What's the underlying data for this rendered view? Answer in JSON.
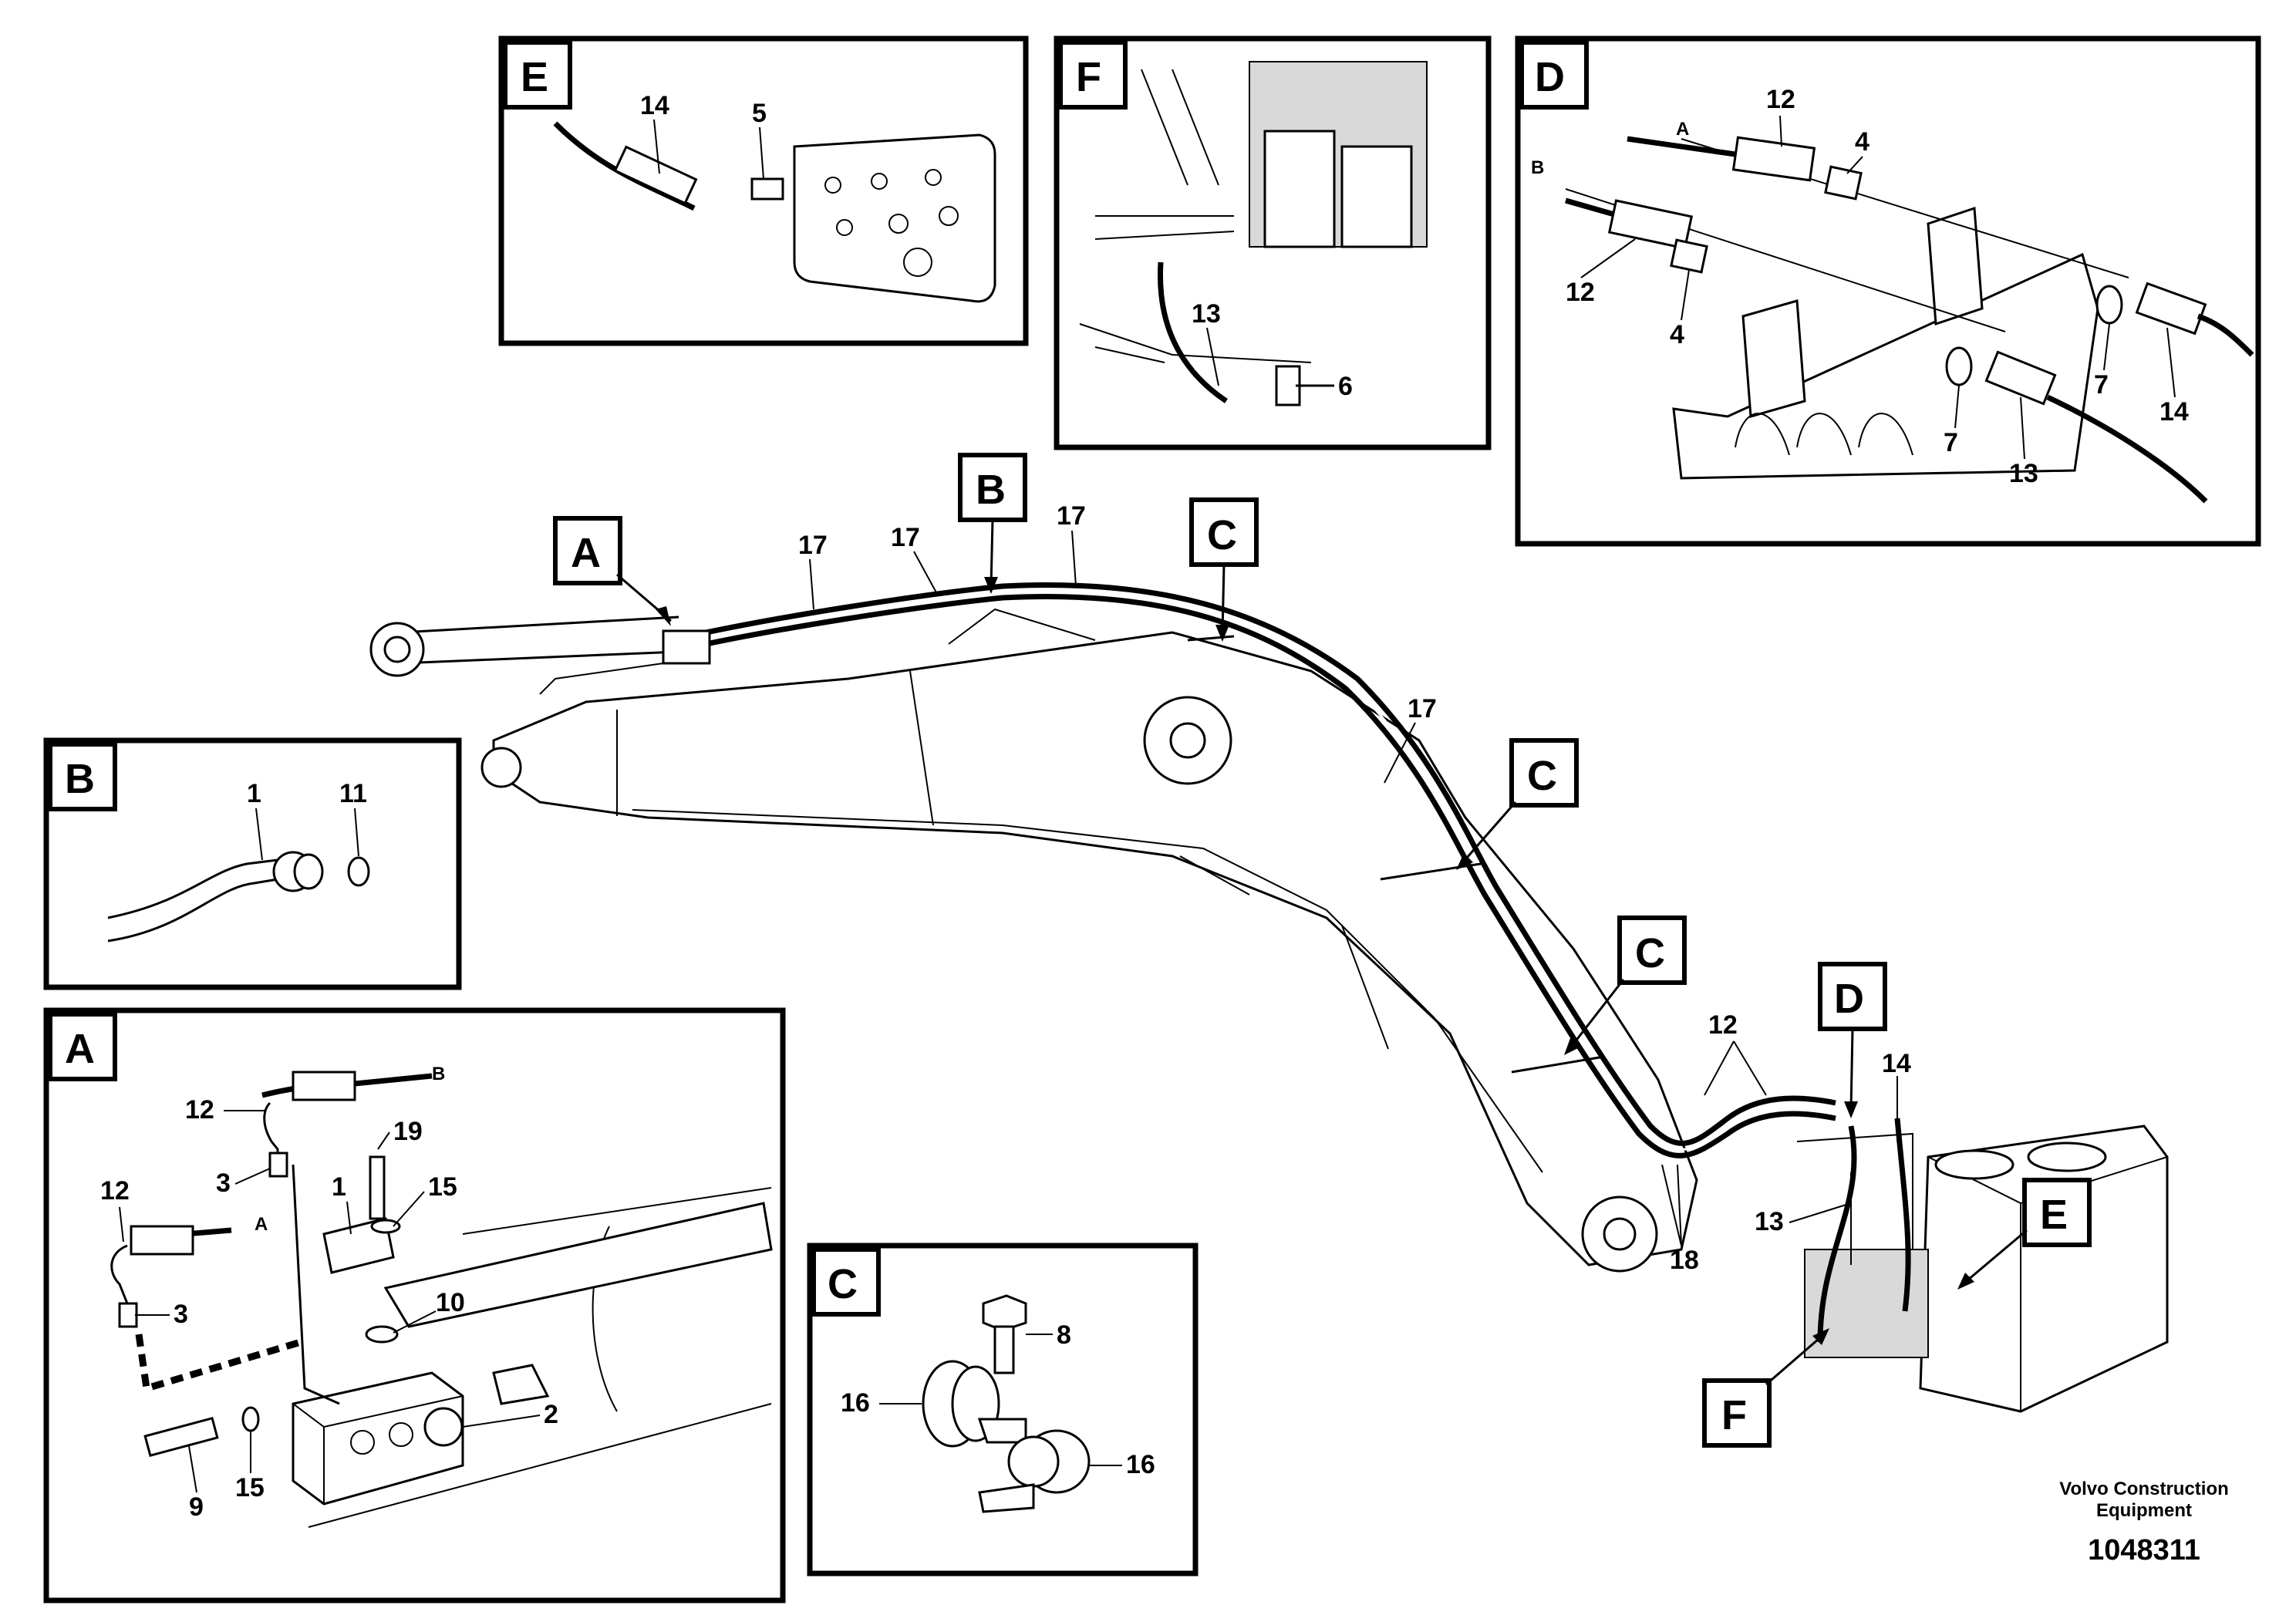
{
  "detail_panels": {
    "E": {
      "tag": "E",
      "callouts": [
        "14",
        "5"
      ]
    },
    "F": {
      "tag": "F",
      "callouts": [
        "13",
        "6"
      ]
    },
    "D": {
      "tag": "D",
      "callouts": [
        "A",
        "12",
        "4",
        "B",
        "12",
        "4",
        "7",
        "14",
        "7",
        "13"
      ]
    },
    "B": {
      "tag": "B",
      "callouts": [
        "1",
        "11"
      ]
    },
    "A": {
      "tag": "A",
      "callouts": [
        "B",
        "12",
        "19",
        "3",
        "1",
        "15",
        "12",
        "A",
        "3",
        "10",
        "2",
        "9",
        "15"
      ]
    },
    "C": {
      "tag": "C",
      "callouts": [
        "8",
        "16",
        "16"
      ]
    }
  },
  "main_view": {
    "view_tags": [
      "A",
      "B",
      "C",
      "C",
      "C",
      "D",
      "E",
      "F"
    ],
    "callouts": [
      "17",
      "17",
      "17",
      "17",
      "12",
      "14",
      "13",
      "18"
    ]
  },
  "footer": {
    "company_line1": "Volvo Construction",
    "company_line2": "Equipment",
    "drawing_number": "1048311"
  }
}
